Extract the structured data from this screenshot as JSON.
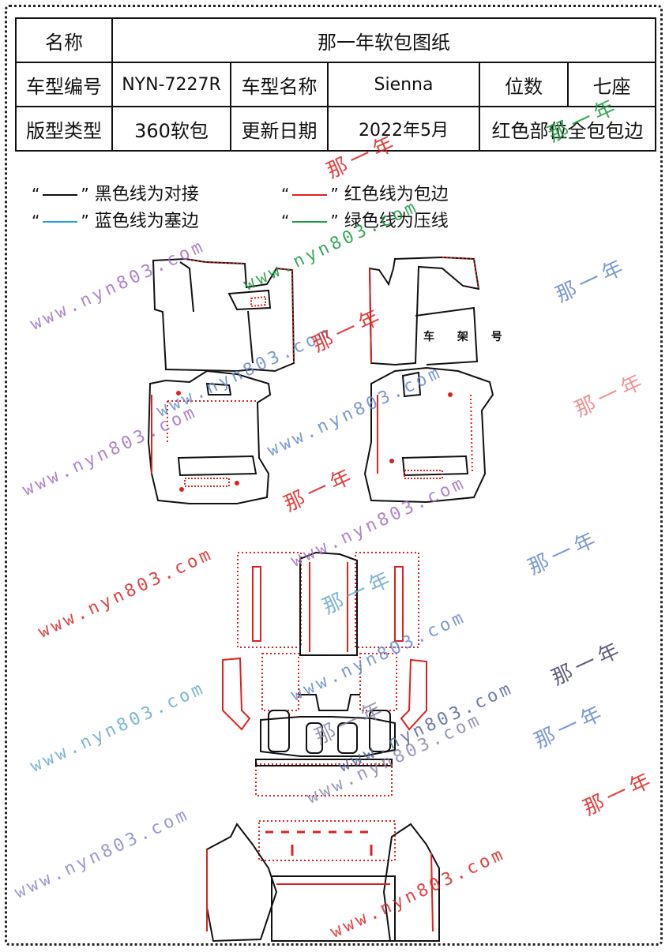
{
  "header": {
    "name_label": "名称",
    "name_value": "那一年软包图纸",
    "code_label": "车型编号",
    "code_value": "NYN-7227R",
    "model_label": "车型名称",
    "model_value": "Sienna",
    "seats_label": "位数",
    "seats_value": "七座",
    "type_label": "版型类型",
    "type_value": "360软包",
    "date_label": "更新日期",
    "date_value": "2022年5月",
    "note": "红色部位全包包边"
  },
  "legend": [
    {
      "open": "“",
      "close": "”",
      "text": "黑色线为对接",
      "color": "#111111"
    },
    {
      "open": "“",
      "close": "”",
      "text": "红色线为包边",
      "color": "#e02020"
    },
    {
      "open": "“",
      "close": "”",
      "text": "蓝色线为塞边",
      "color": "#1ea0e0"
    },
    {
      "open": "“",
      "close": "”",
      "text": "绿色线为压线",
      "color": "#1a9a3a"
    }
  ],
  "diagram": {
    "frame_label": "车 架 号"
  },
  "watermarks": {
    "url": "www.nyn803.com",
    "brand": "那一年"
  },
  "colors": {
    "black_line": "#111111",
    "red_line": "#e02020",
    "blue_line": "#1ea0e0",
    "green_line": "#1a9a3a"
  }
}
